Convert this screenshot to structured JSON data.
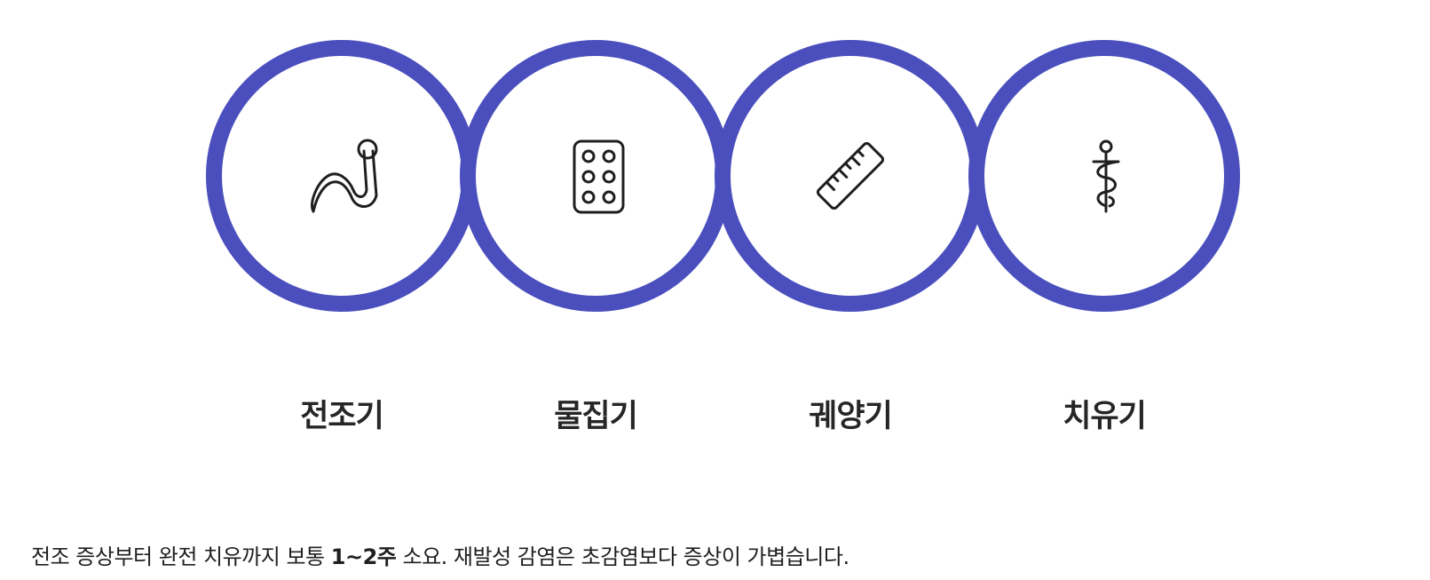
{
  "diagram": {
    "accent_color": "#4a4fbd",
    "icon_color": "#1f1f1f",
    "stages": [
      {
        "id": "prodrome",
        "label": "전조기",
        "icon": "worm-icon"
      },
      {
        "id": "vesicle",
        "label": "물집기",
        "icon": "blister-pack-icon"
      },
      {
        "id": "ulcer",
        "label": "궤양기",
        "icon": "ruler-icon"
      },
      {
        "id": "healing",
        "label": "치유기",
        "icon": "caduceus-icon"
      }
    ]
  },
  "caption": {
    "before": "전조 증상부터 완전 치유까지 보통 ",
    "highlight": "1~2주",
    "after": " 소요. 재발성 감염은 초감염보다 증상이 가볍습니다."
  }
}
